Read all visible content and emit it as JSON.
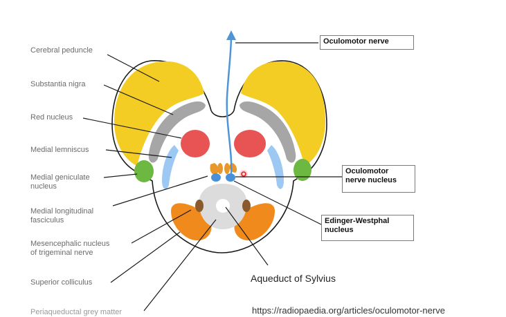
{
  "left_labels": {
    "cerebral_peduncle": "Cerebral peduncle",
    "substantia_nigra": "Substantia nigra",
    "red_nucleus": "Red nucleus",
    "medial_lemniscus": "Medial lemniscus",
    "medial_geniculate_1": "Medial geniculate",
    "medial_geniculate_2": "nucleus",
    "mlf_1": "Medial longitudinal",
    "mlf_2": "fasciculus",
    "mesencephalic_1": "Mesencephalic nucleus",
    "mesencephalic_2": "of trigeminal nerve",
    "superior_colliculus": "Superior colliculus",
    "cut_off_label": "Periaqueductal grey matter"
  },
  "right_boxes": {
    "oculomotor_nerve": "Oculomotor  nerve",
    "oculomotor_nucleus_1": "Oculomotor",
    "oculomotor_nucleus_2": "nerve nucleus",
    "edinger_westphal_1": "Edinger-Westphal",
    "edinger_westphal_2": "nucleus"
  },
  "aqueduct_label": "Aqueduct of Sylvius",
  "source_url": "https://radiopaedia.org/articles/oculomotor-nerve",
  "colors": {
    "peduncle": "#f3cd23",
    "substantia_nigra": "#a6a6a6",
    "red_nucleus": "#e85454",
    "medial_lemniscus": "#9cc8f3",
    "medial_geniculate": "#6cb840",
    "colliculus": "#f08a1c",
    "periaqueductal": "#dcdcdc",
    "nerve_arrow": "#4d95d8",
    "nucleus_blue": "#4a90d9",
    "ew_orange": "#e8982a",
    "mesencephalic_brown": "#8b5a2b"
  }
}
